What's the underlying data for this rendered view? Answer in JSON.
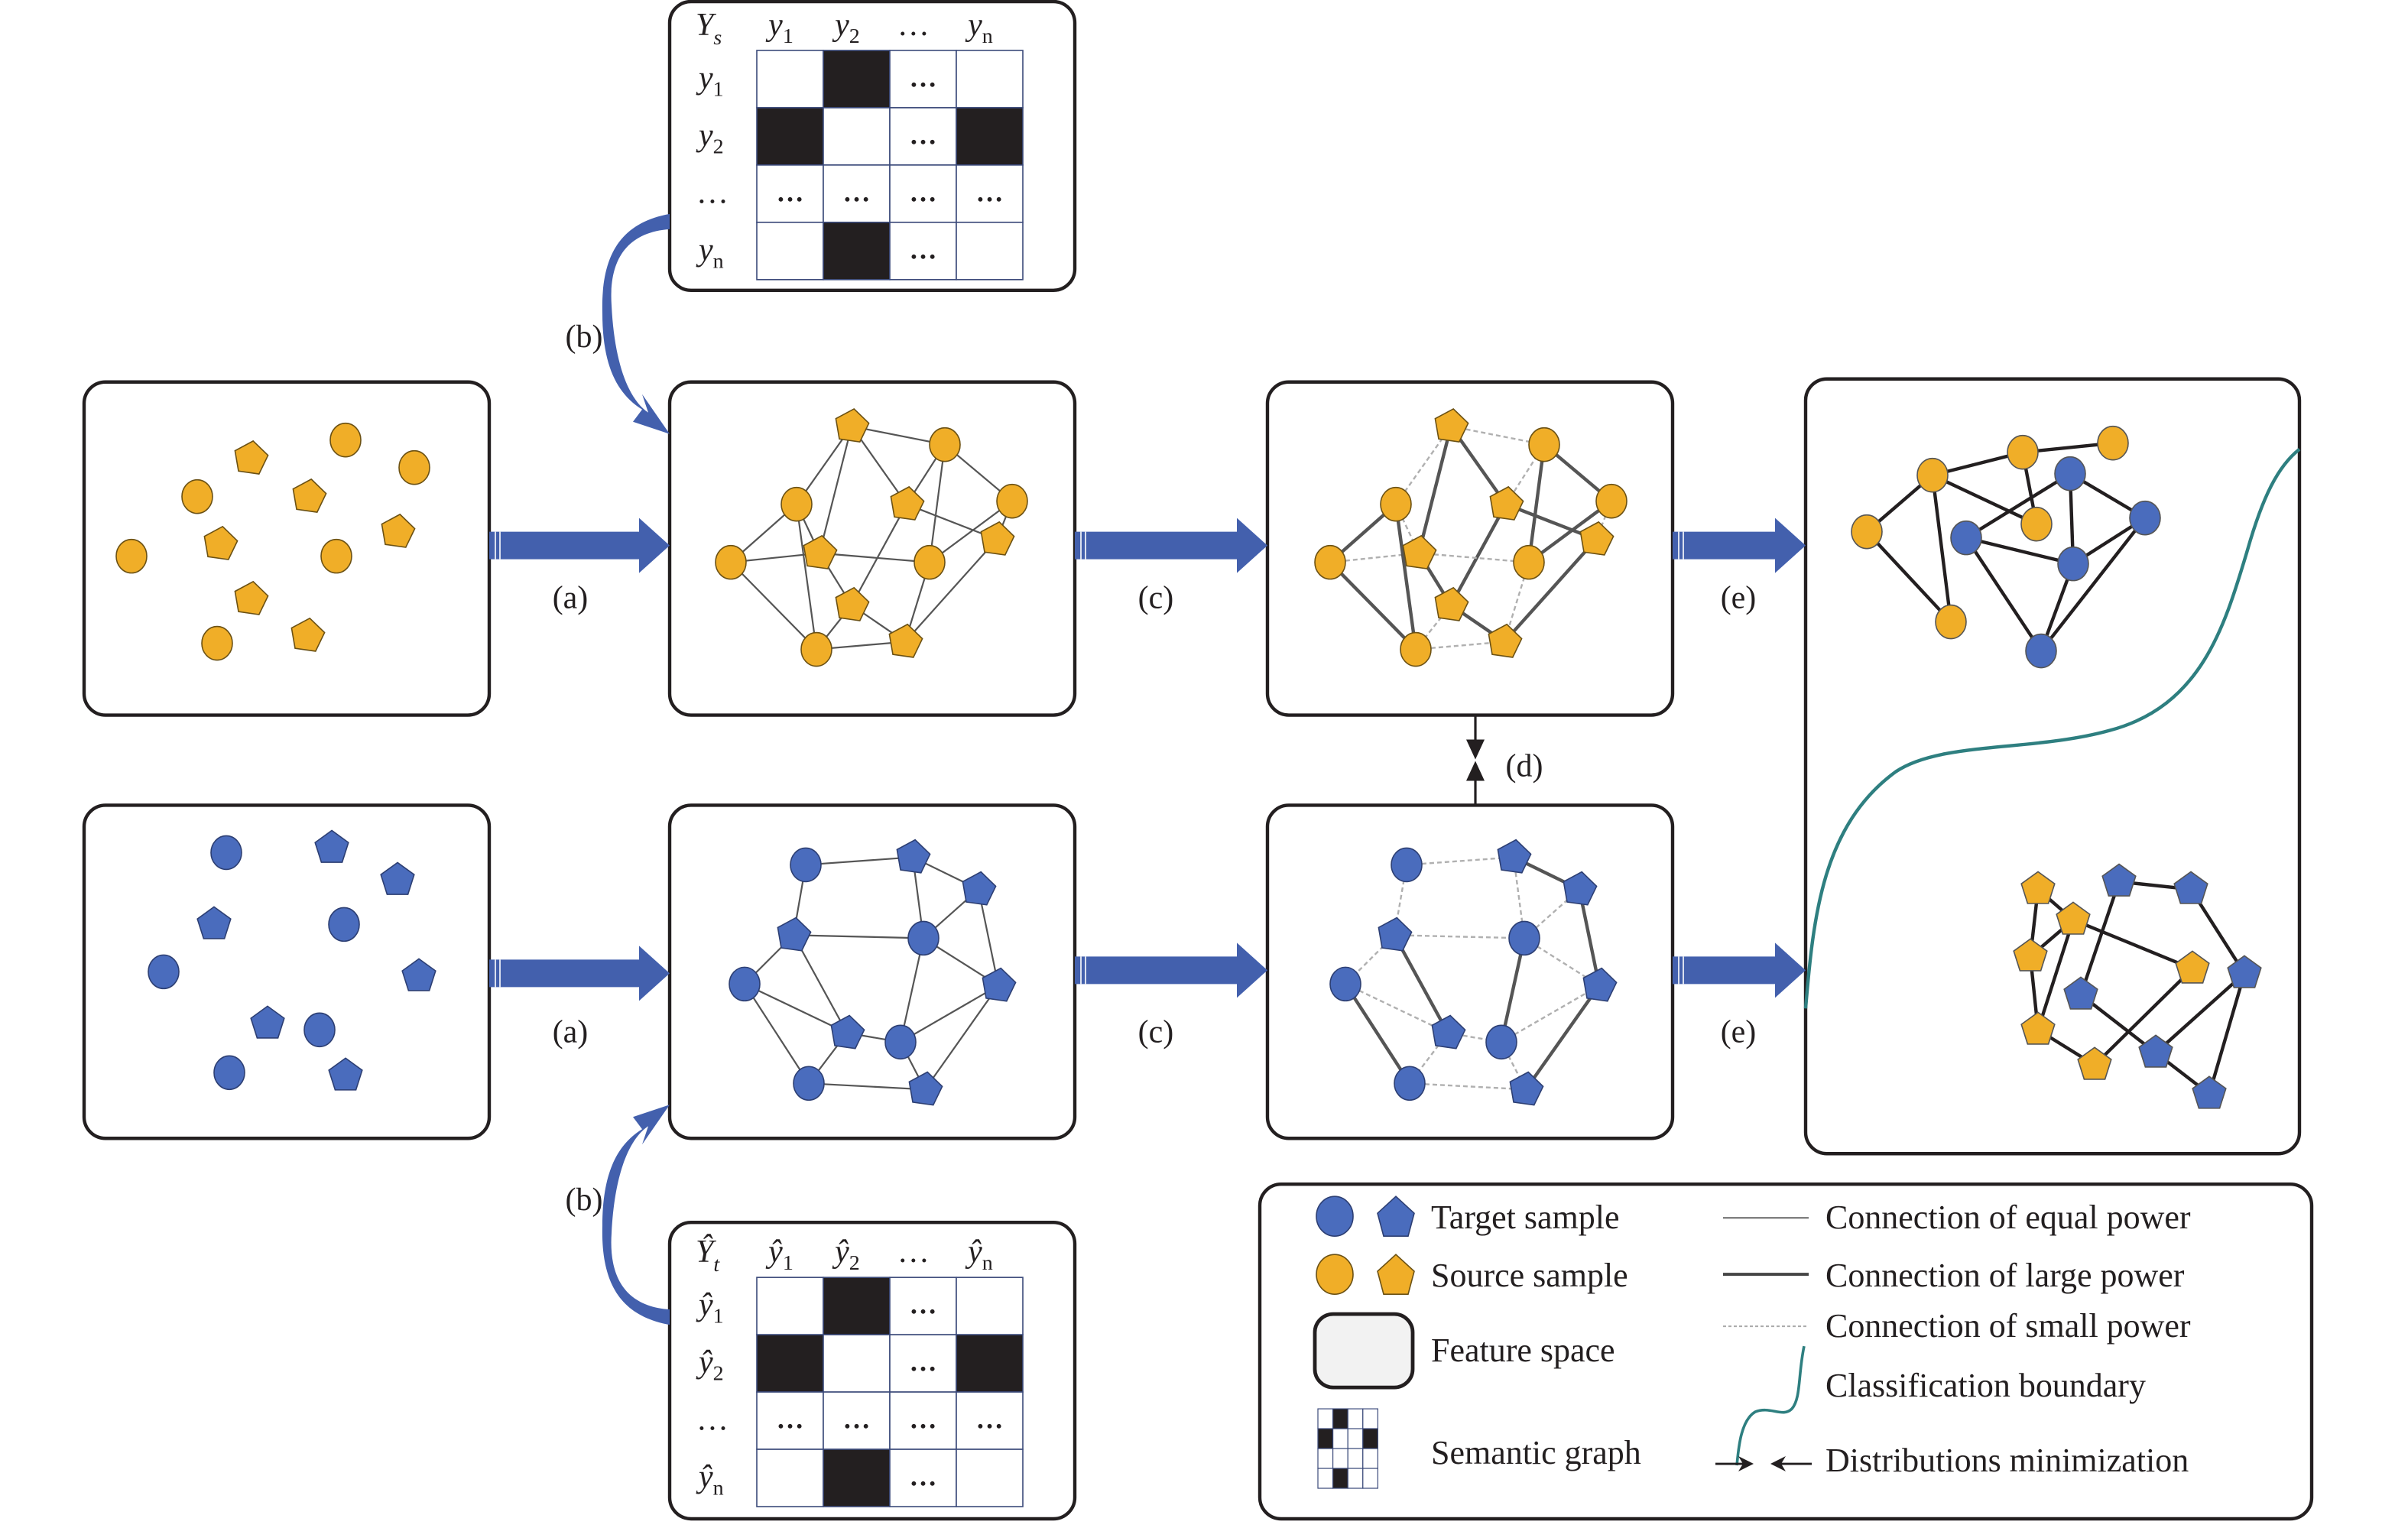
{
  "colors": {
    "target": "#4a6cbd",
    "source": "#f0ae28",
    "arrow": "#4360ad",
    "boundary": "#2e7f80",
    "edge": "#555555",
    "edge_small": "#b0b0b0",
    "matrix_fill": "#231f20"
  },
  "steps": {
    "a_top": "(a)",
    "a_bottom": "(a)",
    "b_top": "(b)",
    "b_bottom": "(b)",
    "c_top": "(c)",
    "c_bottom": "(c)",
    "d": "(d)",
    "e_top": "(e)",
    "e_bottom": "(e)"
  },
  "source_matrix": {
    "corner": "Y",
    "corner_sub": "s",
    "cols": [
      {
        "v": "y",
        "s": "1"
      },
      {
        "v": "y",
        "s": "2"
      },
      {
        "v": "…",
        "s": ""
      },
      {
        "v": "y",
        "s": "n"
      }
    ],
    "rows": [
      {
        "v": "y",
        "s": "1"
      },
      {
        "v": "y",
        "s": "2"
      },
      {
        "v": "…",
        "s": ""
      },
      {
        "v": "y",
        "s": "n"
      }
    ],
    "cells": [
      [
        "",
        "■",
        "…",
        ""
      ],
      [
        "■",
        "",
        "…",
        "■"
      ],
      [
        "…",
        "…",
        "…",
        "…"
      ],
      [
        "",
        "■",
        "…",
        ""
      ]
    ]
  },
  "target_matrix": {
    "corner": "Ŷ",
    "corner_sub": "t",
    "cols": [
      {
        "v": "ŷ",
        "s": "1"
      },
      {
        "v": "ŷ",
        "s": "2"
      },
      {
        "v": "…",
        "s": ""
      },
      {
        "v": "ŷ",
        "s": "n"
      }
    ],
    "rows": [
      {
        "v": "ŷ",
        "s": "1"
      },
      {
        "v": "ŷ",
        "s": "2"
      },
      {
        "v": "…",
        "s": ""
      },
      {
        "v": "ŷ",
        "s": "n"
      }
    ],
    "cells": [
      [
        "",
        "■",
        "…",
        ""
      ],
      [
        "■",
        "",
        "…",
        "■"
      ],
      [
        "…",
        "…",
        "…",
        "…"
      ],
      [
        "",
        "■",
        "…",
        ""
      ]
    ]
  },
  "legend": {
    "target_sample": "Target sample",
    "source_sample": "Source sample",
    "feature_space": "Feature space",
    "semantic_graph": "Semantic graph",
    "equal_power": "Connection of equal power",
    "large_power": "Connection of large power",
    "small_power": "Connection of small power",
    "classification_boundary": "Classification boundary",
    "distributions_minimization": "Distributions minimization"
  }
}
